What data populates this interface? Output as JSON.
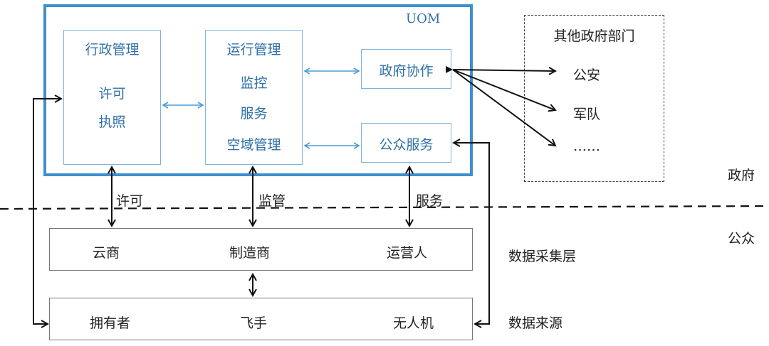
{
  "uom": {
    "label": "UOM",
    "admin": {
      "title": "行政管理",
      "items": [
        "许可",
        "执照"
      ]
    },
    "operation": {
      "title": "运行管理",
      "items": [
        "监控",
        "服务",
        "空域管理"
      ]
    },
    "gov_coop": "政府协作",
    "public_service": "公众服务"
  },
  "other_gov": {
    "title": "其他政府部门",
    "items": [
      "公安",
      "军队",
      "……"
    ]
  },
  "links": {
    "license": "许可",
    "supervision": "监管",
    "service": "服务"
  },
  "data_collection_layer": {
    "label": "数据采集层",
    "items": [
      "云商",
      "制造商",
      "运营人"
    ]
  },
  "data_source": {
    "label": "数据来源",
    "items": [
      "拥有者",
      "飞手",
      "无人机"
    ]
  },
  "zones": {
    "government": "政府",
    "public": "公众"
  },
  "colors": {
    "uom_border": "#3d8fcf",
    "inner_border": "#7fb4e0",
    "blue_text": "#2e6fa8",
    "arrow_blue": "#4a9bd4",
    "arrow_black": "#111111"
  }
}
